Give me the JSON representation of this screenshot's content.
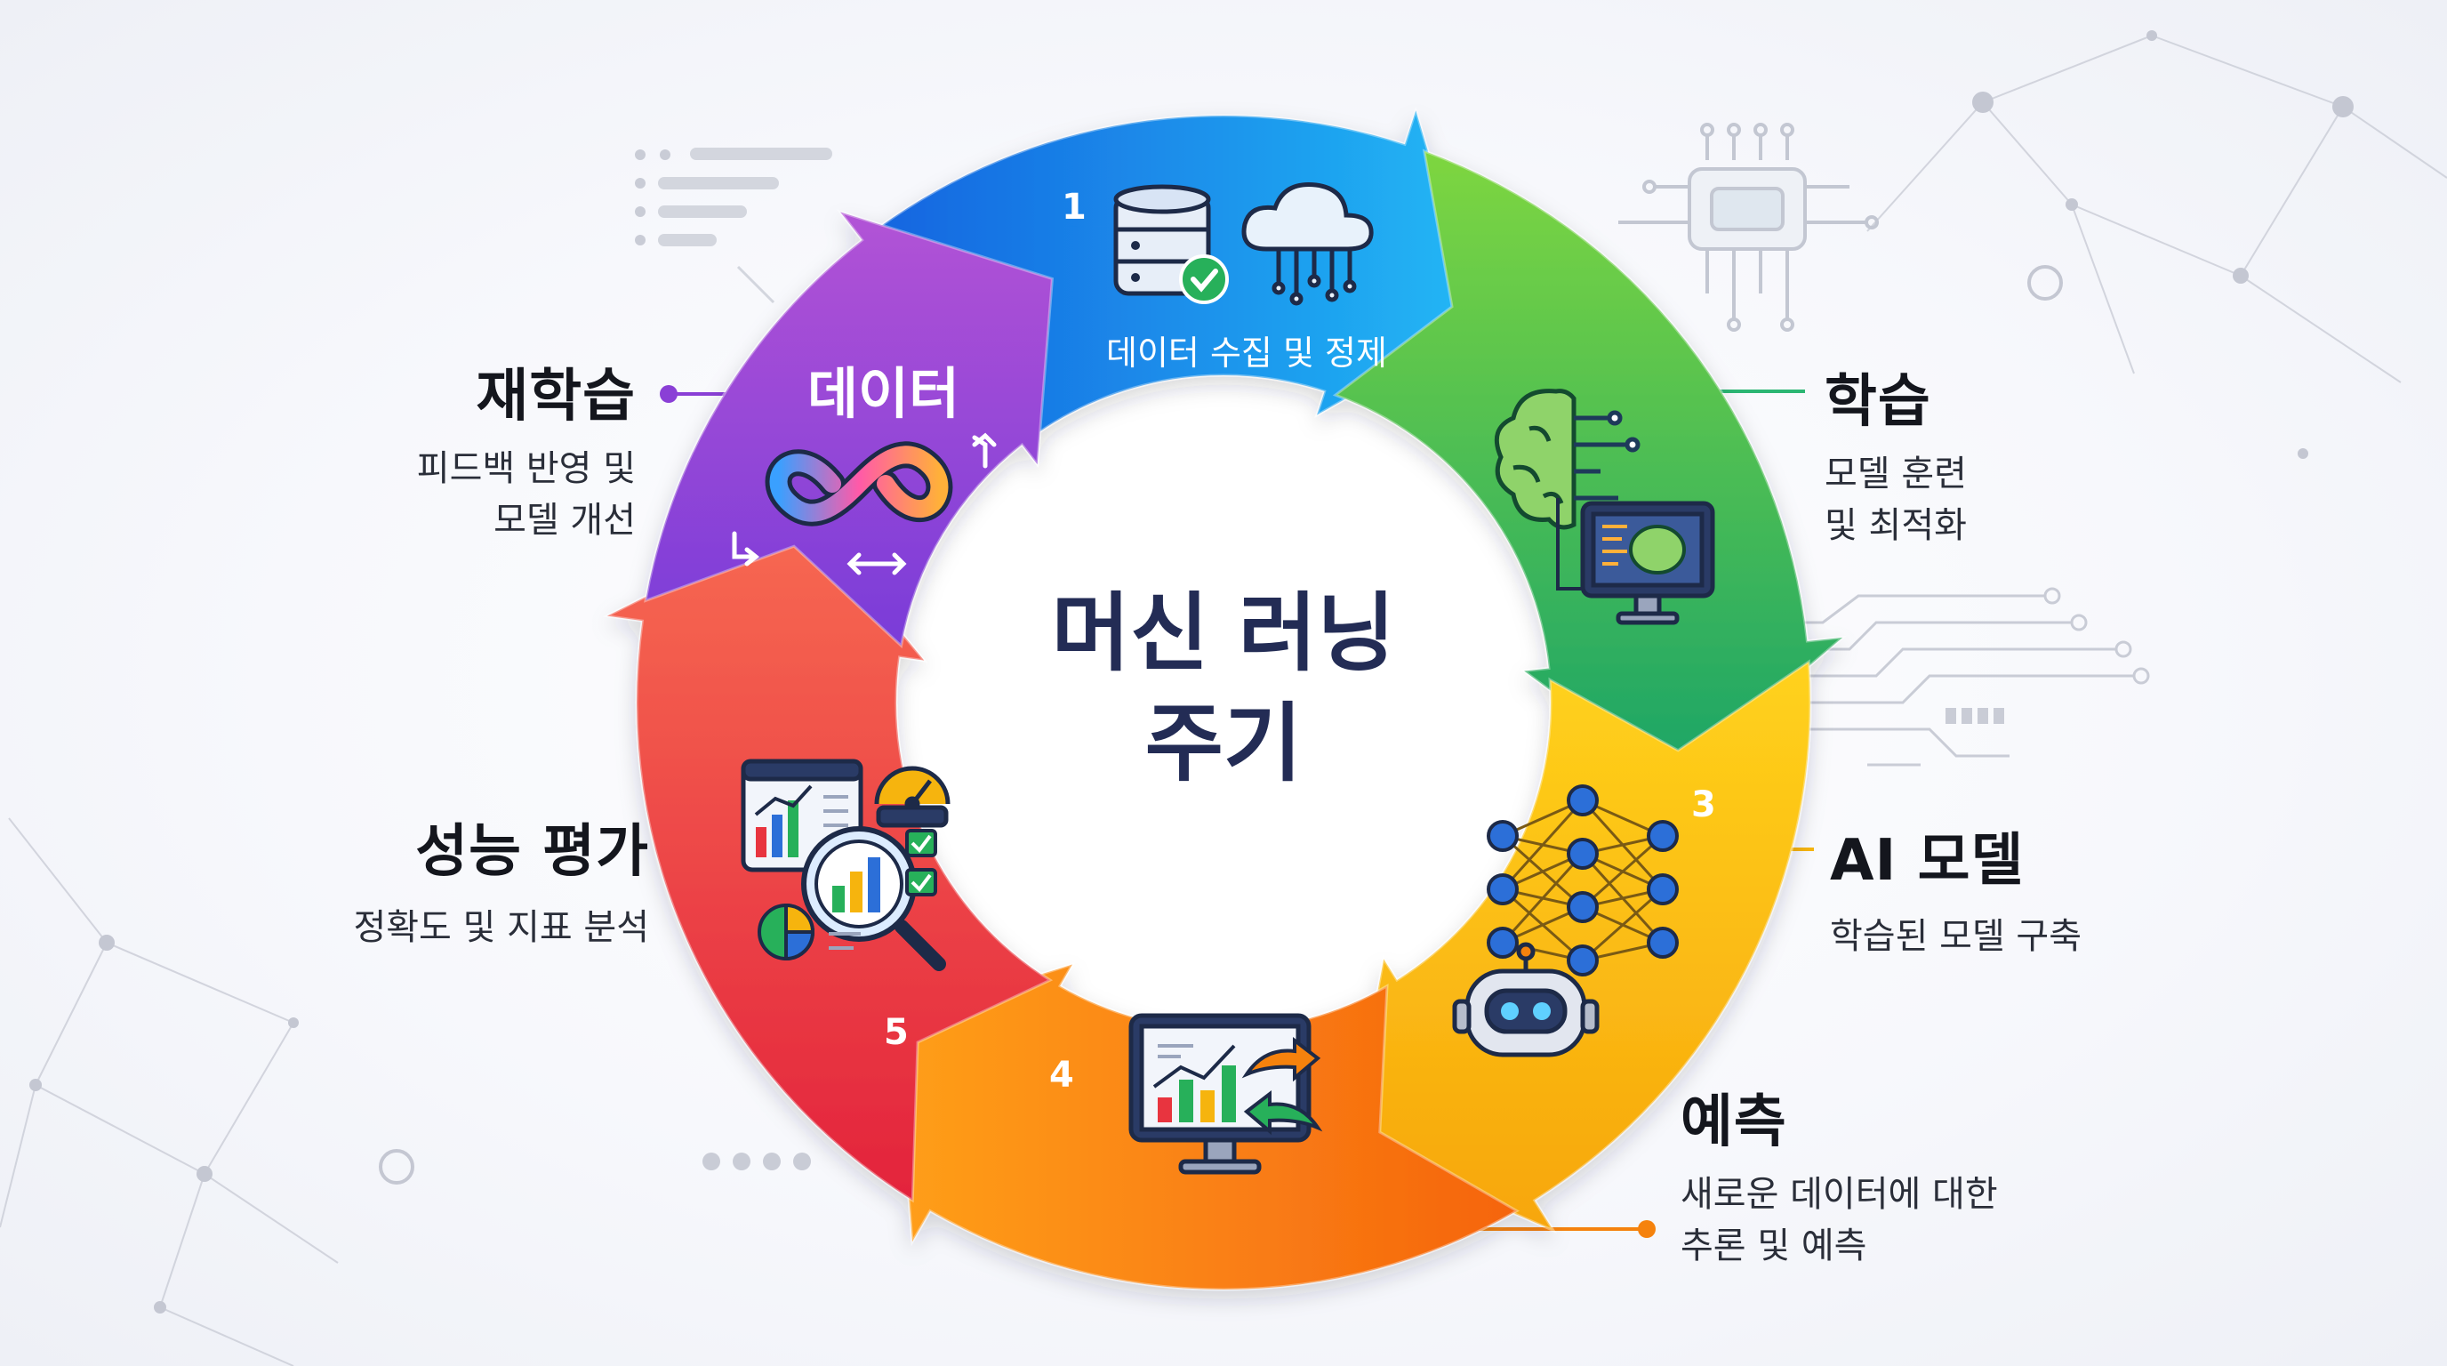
{
  "center": {
    "line1": "머신 러닝",
    "line2": "주기"
  },
  "stages": {
    "data": {
      "number": "1",
      "banner": "데이터 수집 및 정제",
      "color": "#1f8ff0"
    },
    "train": {
      "title": "학습",
      "desc_line1": "모델 훈련",
      "desc_line2": "및 최적화",
      "color": "#2bb673"
    },
    "model": {
      "number": "3",
      "title": "AI 모델",
      "desc": "학습된 모델 구축",
      "color": "#f6b40e"
    },
    "predict": {
      "number": "4",
      "title": "예측",
      "desc_line1": "새로운 데이터에 대한",
      "desc_line2": "추론 및 예측",
      "color": "#f5820d"
    },
    "eval": {
      "number": "5",
      "title": "성능 평가",
      "desc": "정확도 및 지표 분석",
      "color": "#e8343f"
    },
    "retrain": {
      "segment_label": "데이터",
      "title": "재학습",
      "desc_line1": "피드백 반영 및",
      "desc_line2": "모델 개선",
      "color": "#8a3fd6"
    }
  },
  "icons": {
    "data": [
      "database-icon",
      "check-icon",
      "cloud-icon"
    ],
    "train": [
      "brain-icon",
      "monitor-icon"
    ],
    "model": [
      "neural-network-icon",
      "robot-icon"
    ],
    "predict": [
      "monitor-chart-icon",
      "arrows-icon"
    ],
    "eval": [
      "dashboard-icon",
      "magnifier-icon",
      "gauge-icon",
      "checklist-icon",
      "pie-chart-icon"
    ],
    "retrain": [
      "infinity-icon",
      "cycle-arrows-icon"
    ],
    "decor": [
      "chip-icon",
      "circuit-lines",
      "network-lines"
    ]
  }
}
